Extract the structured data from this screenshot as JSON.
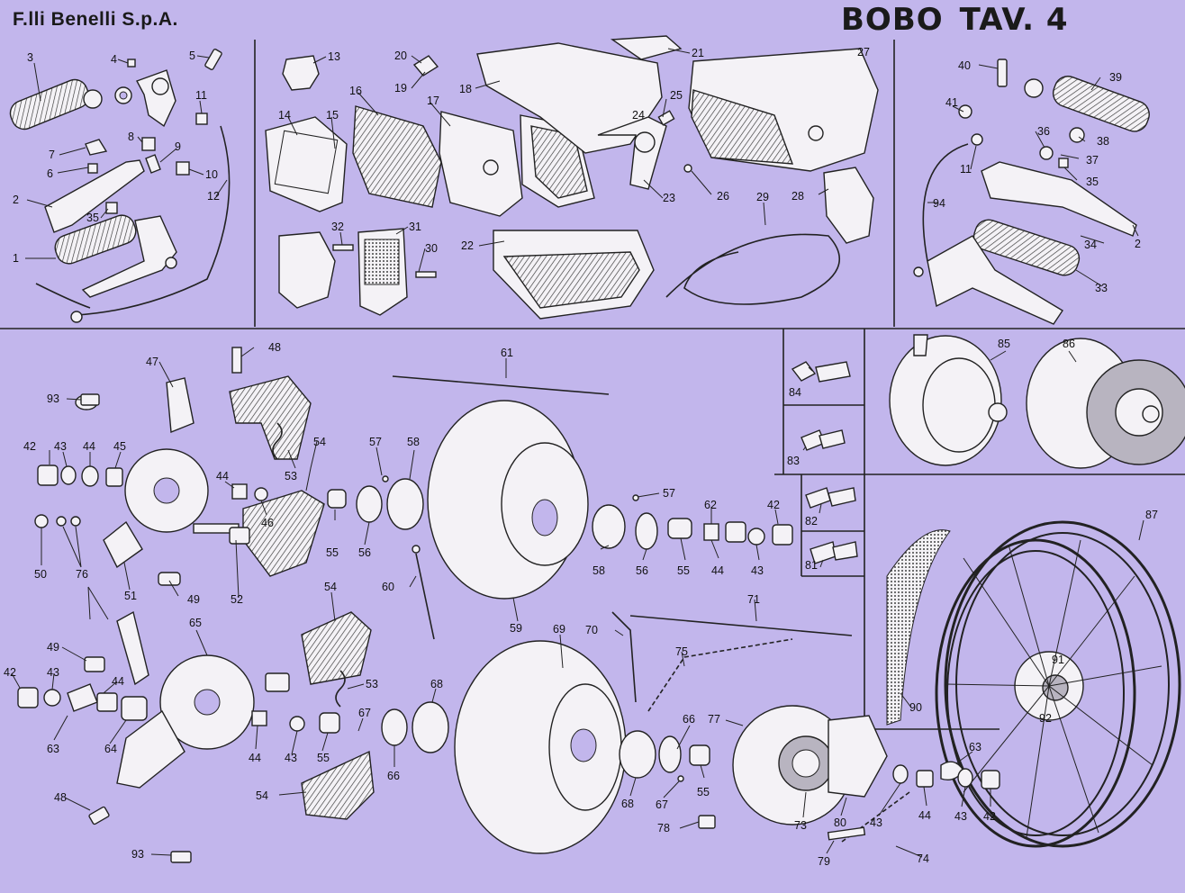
{
  "header": {
    "maker": "F.lli  Benelli S.p.A.",
    "model": "BOBO",
    "table": "TAV. 4"
  },
  "colors": {
    "background": "#c2b6ec",
    "ink": "#222222",
    "part_fill": "#f4f2f6"
  },
  "part_numbers": {
    "p1": "1",
    "p2": "2",
    "p3": "3",
    "p4": "4",
    "p5": "5",
    "p6": "6",
    "p7": "7",
    "p8": "8",
    "p9": "9",
    "p10": "10",
    "p11": "11",
    "p12": "12",
    "p13": "13",
    "p14": "14",
    "p15": "15",
    "p16": "16",
    "p17": "17",
    "p18": "18",
    "p19": "19",
    "p20": "20",
    "p21": "21",
    "p22": "22",
    "p23": "23",
    "p24": "24",
    "p25": "25",
    "p26": "26",
    "p27": "27",
    "p28": "28",
    "p29": "29",
    "p30": "30",
    "p31": "31",
    "p32": "32",
    "p33": "33",
    "p34": "34",
    "p35": "35",
    "p36": "36",
    "p37": "37",
    "p38": "38",
    "p39": "39",
    "p40": "40",
    "p41": "41",
    "p42": "42",
    "p43": "43",
    "p44": "44",
    "p45": "45",
    "p46": "46",
    "p47": "47",
    "p48": "48",
    "p49": "49",
    "p50": "50",
    "p51": "51",
    "p52": "52",
    "p53": "53",
    "p54": "54",
    "p55": "55",
    "p56": "56",
    "p57": "57",
    "p58": "58",
    "p59": "59",
    "p60": "60",
    "p61": "61",
    "p62": "62",
    "p63": "63",
    "p64": "64",
    "p65": "65",
    "p66": "66",
    "p67": "67",
    "p68": "68",
    "p69": "69",
    "p70": "70",
    "p71": "71",
    "p73": "73",
    "p74": "74",
    "p75": "75",
    "p76": "76",
    "p77": "77",
    "p78": "78",
    "p79": "79",
    "p80": "80",
    "p81": "81",
    "p82": "82",
    "p83": "83",
    "p84": "84",
    "p85": "85",
    "p86": "86",
    "p87": "87",
    "p90": "90",
    "p91": "91",
    "p92": "92",
    "p93": "93",
    "p94": "94"
  }
}
